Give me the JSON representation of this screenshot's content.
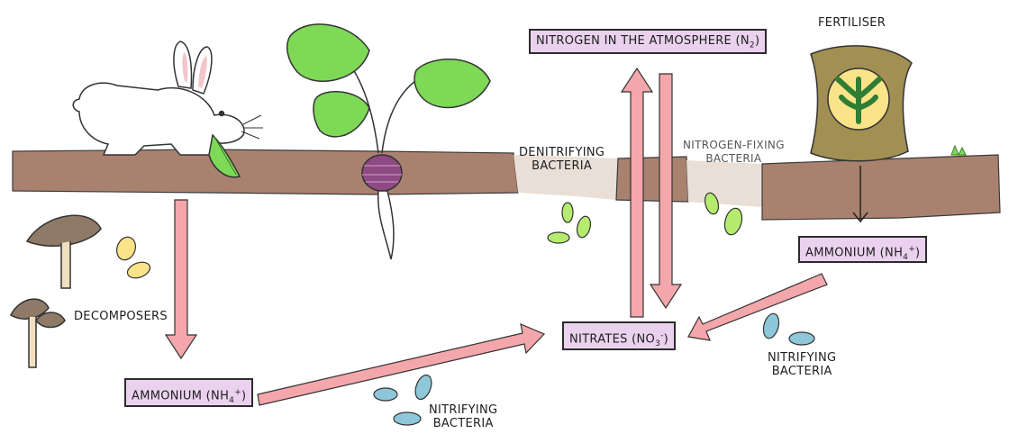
{
  "boxes": {
    "atmosphere": {
      "text": "NITROGEN IN THE ATMOSPHERE (N",
      "sub": "2",
      "close": ")"
    },
    "ammonium_left": {
      "text": "AMMONIUM (NH",
      "sub": "4",
      "sup": "+",
      "close": ")"
    },
    "ammonium_right": {
      "text": "AMMONIUM (NH",
      "sub": "4",
      "sup": "+",
      "close": ")"
    },
    "nitrates": {
      "text": "NITRATES (NO",
      "sub": "3",
      "sup": "-",
      "close": ")"
    }
  },
  "labels": {
    "fertiliser": "FERTILISER",
    "decomposers": "DECOMPOSERS",
    "denitrifying_1": "DENITRIFYING",
    "denitrifying_2": "BACTERIA",
    "nitrogen_fixing_1": "NITROGEN-FIXING",
    "nitrogen_fixing_2": "BACTERIA",
    "nitrifying_bottom_1": "NITRIFYING",
    "nitrifying_bottom_2": "BACTERIA",
    "nitrifying_right_1": "NITRIFYING",
    "nitrifying_right_2": "BACTERIA"
  },
  "colors": {
    "box_fill": "#ead2ee",
    "arrow_fill": "#f4a7ab",
    "soil": "#a9826f",
    "leaf": "#7ed957",
    "bacteria_yellow": "#fbe38a",
    "bacteria_green": "#b5ec6d",
    "bacteria_blue": "#8ec7d9",
    "fertiliser_sack": "#a28f52"
  },
  "icons": [
    "rabbit-icon",
    "radish-plant-icon",
    "fertiliser-sack-icon",
    "mushroom-icon",
    "bacteria-icon",
    "grass-tuft-icon"
  ]
}
